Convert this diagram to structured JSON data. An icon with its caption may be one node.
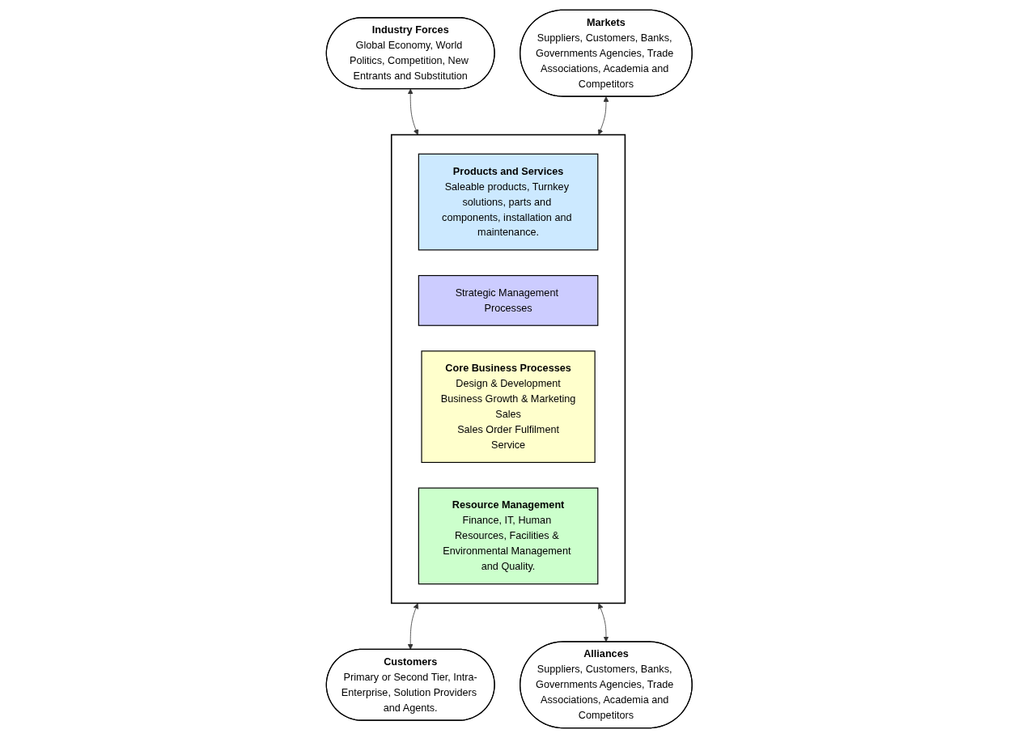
{
  "diagram": {
    "nodes": [
      {
        "text": [
          "Industry Forces",
          "Global Economy, World Politics, Competition, New Entrants and Substitution"
        ]
      },
      {
        "text": [
          "Markets",
          "Suppliers, Customers, Banks, Governments Agencies, Trade Associations, Academia and Competitors"
        ]
      },
      {
        "text": [],
        "shape": "box"
      },
      {
        "text": [
          "Products and Services",
          "Saleable products, Turnkey solutions, parts and components, installation and maintenance."
        ],
        "in": 2
      },
      {
        "text": [
          "Strategic Management Processes"
        ],
        "in": 2
      },
      {
        "text": [
          "Core Business Processes",
          "Design & Development",
          "Business Growth & Marketing",
          "Sales",
          "Sales Order Fulfilment",
          "Service"
        ],
        "in": 2
      },
      {
        "text": [
          "Resource Management",
          "Finance, IT, Human Resources, Facilities & Environmental Management and Quality."
        ],
        "in": 2
      },
      {
        "text": [
          "Customers",
          "Primary or Second Tier, Intra-Enterprise, Solution Providers and Agents."
        ]
      },
      {
        "text": [
          "Alliances",
          "Suppliers, Customers, Banks, Governments Agencies, Trade Associations, Academia and Competitors"
        ]
      }
    ],
    "edges": [
      {
        "from": 0,
        "to": 2,
        "arrow": "both"
      },
      {
        "from": 1,
        "to": 2,
        "arrow": "both"
      },
      {
        "from": 2,
        "to": 7,
        "arrow": "both"
      },
      {
        "from": 2,
        "to": 8,
        "arrow": "both"
      }
    ]
  }
}
